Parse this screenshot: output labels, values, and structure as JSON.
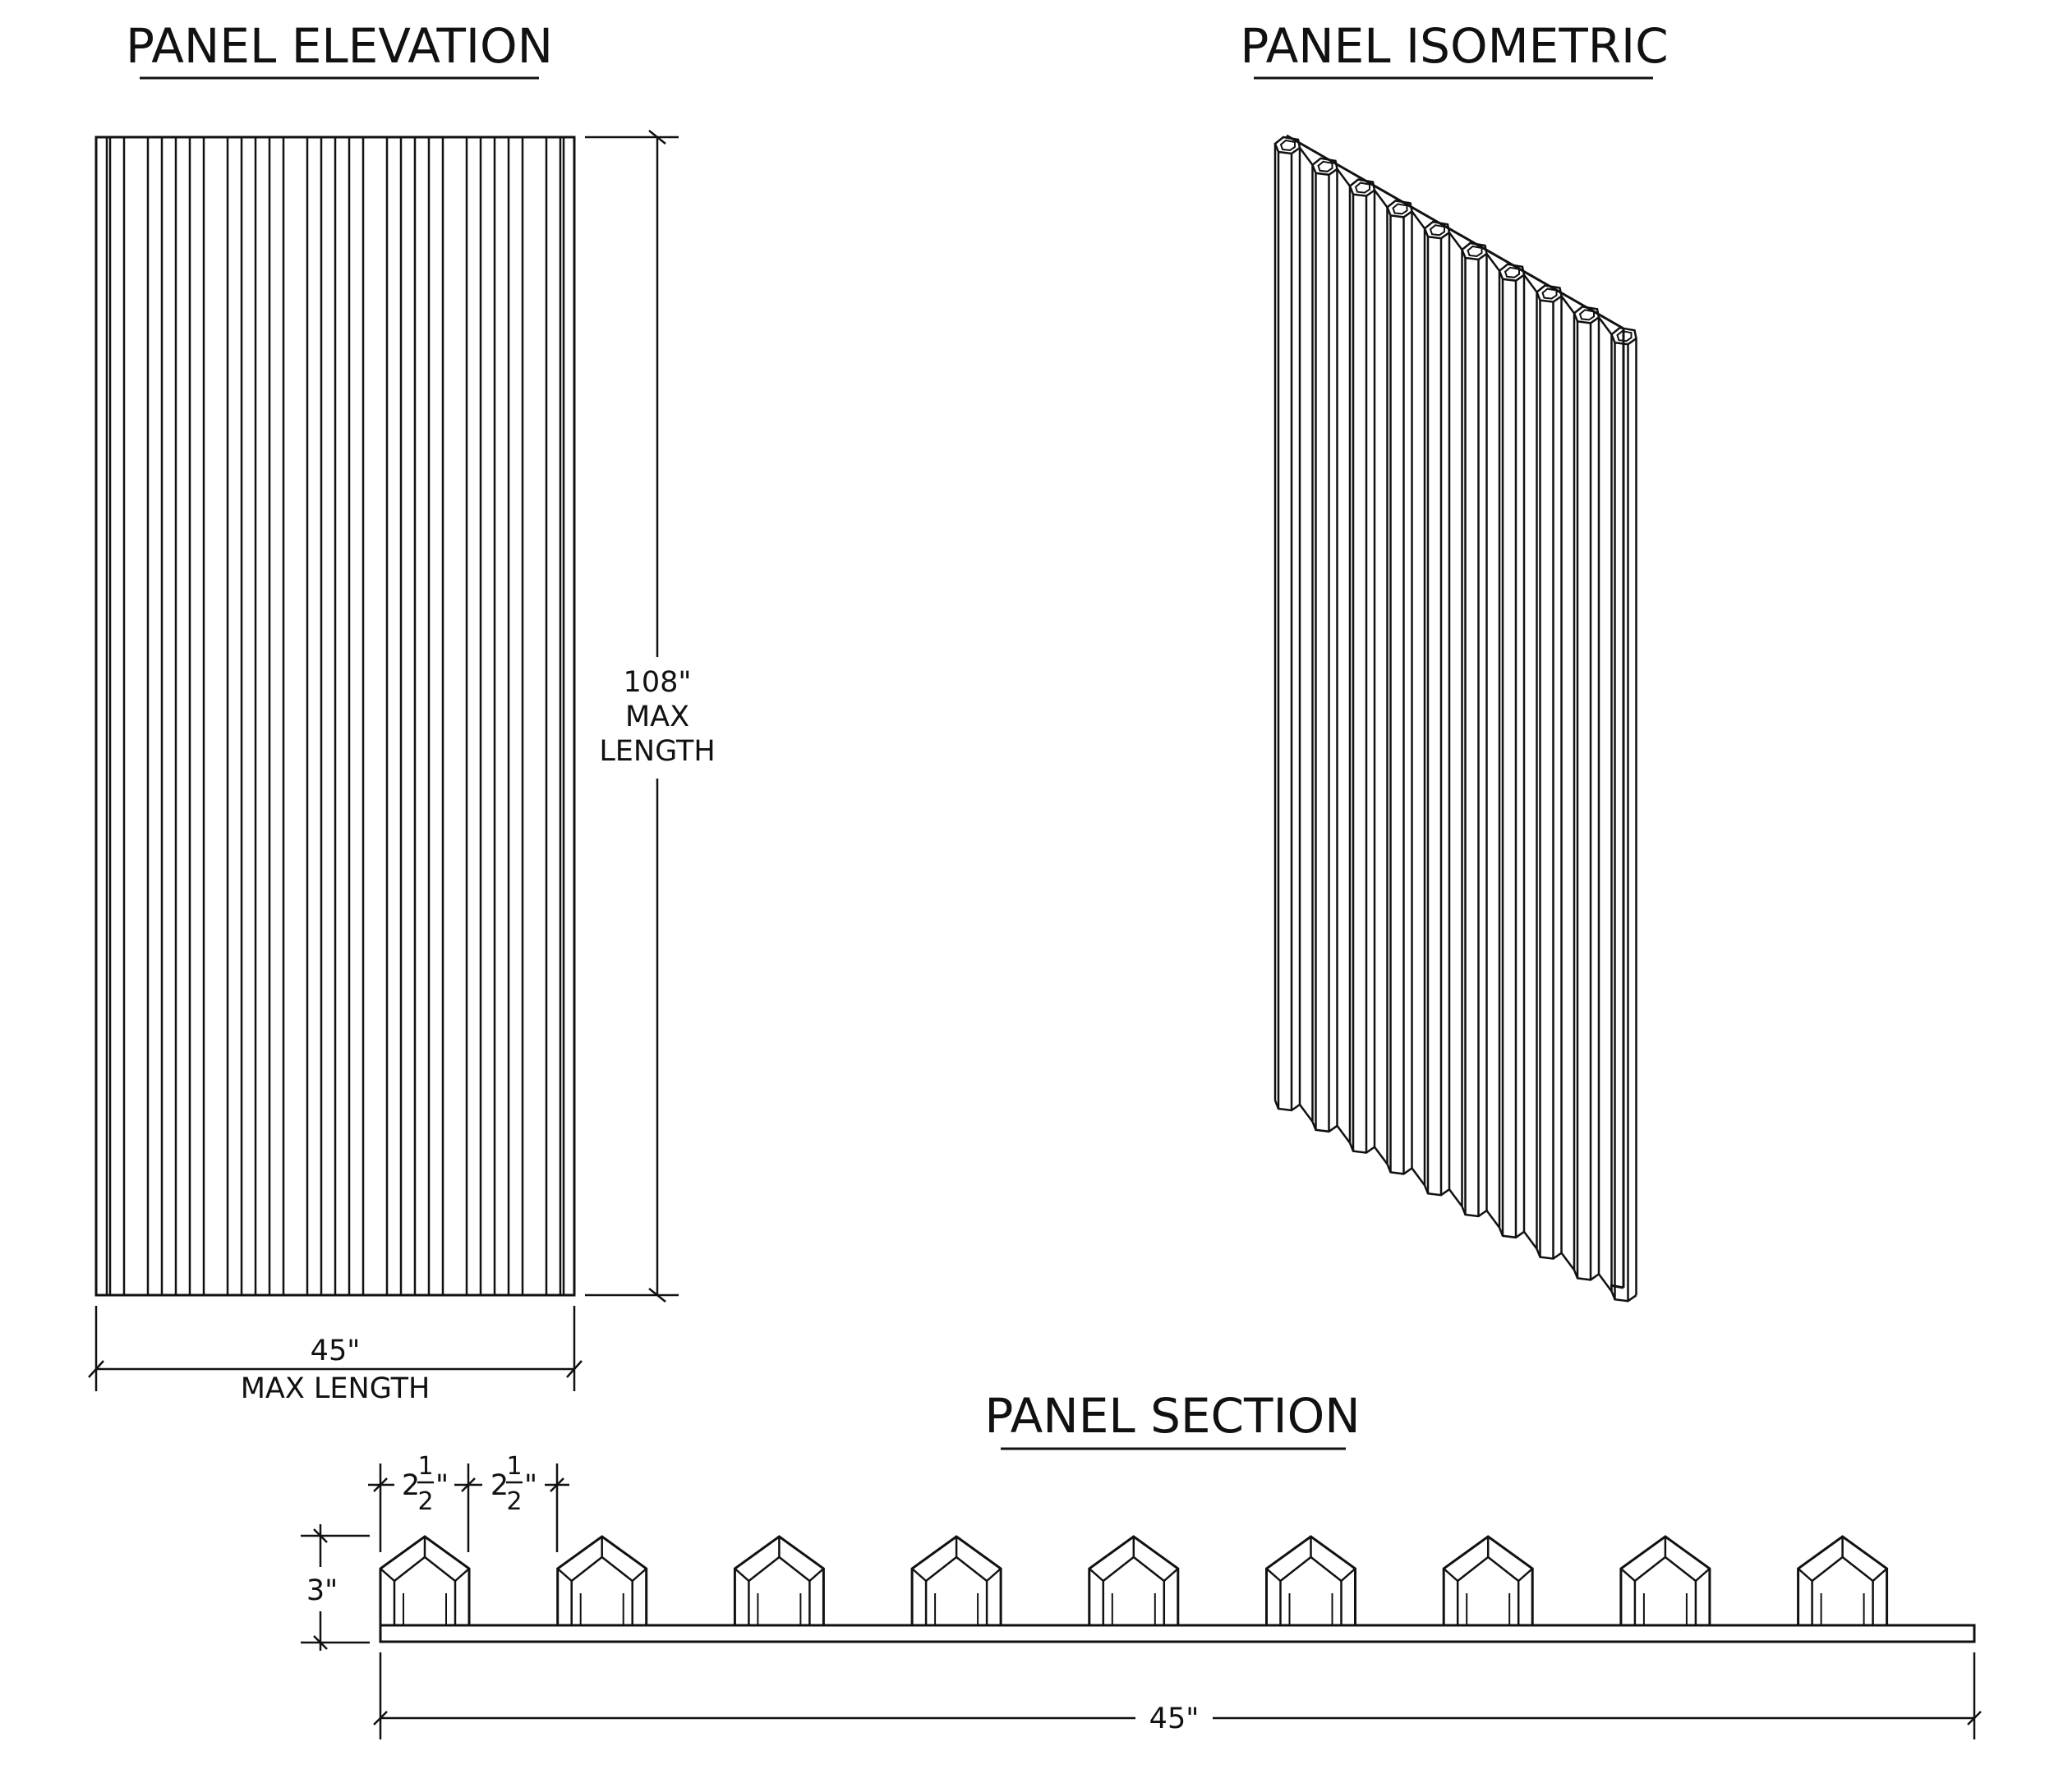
{
  "elevation": {
    "title": "PANEL ELEVATION",
    "height_value": "108\"",
    "height_line2": "MAX",
    "height_line3": "LENGTH",
    "width_value": "45\"",
    "width_caption": "MAX LENGTH"
  },
  "isometric": {
    "title": "PANEL ISOMETRIC"
  },
  "section": {
    "title": "PANEL SECTION",
    "spacing_1_whole": "2",
    "spacing_1_num": "1",
    "spacing_1_den": "2",
    "spacing_1_unit": "\"",
    "spacing_2_whole": "2",
    "spacing_2_num": "1",
    "spacing_2_den": "2",
    "spacing_2_unit": "\"",
    "height_value": "3\"",
    "width_value": "45\""
  }
}
